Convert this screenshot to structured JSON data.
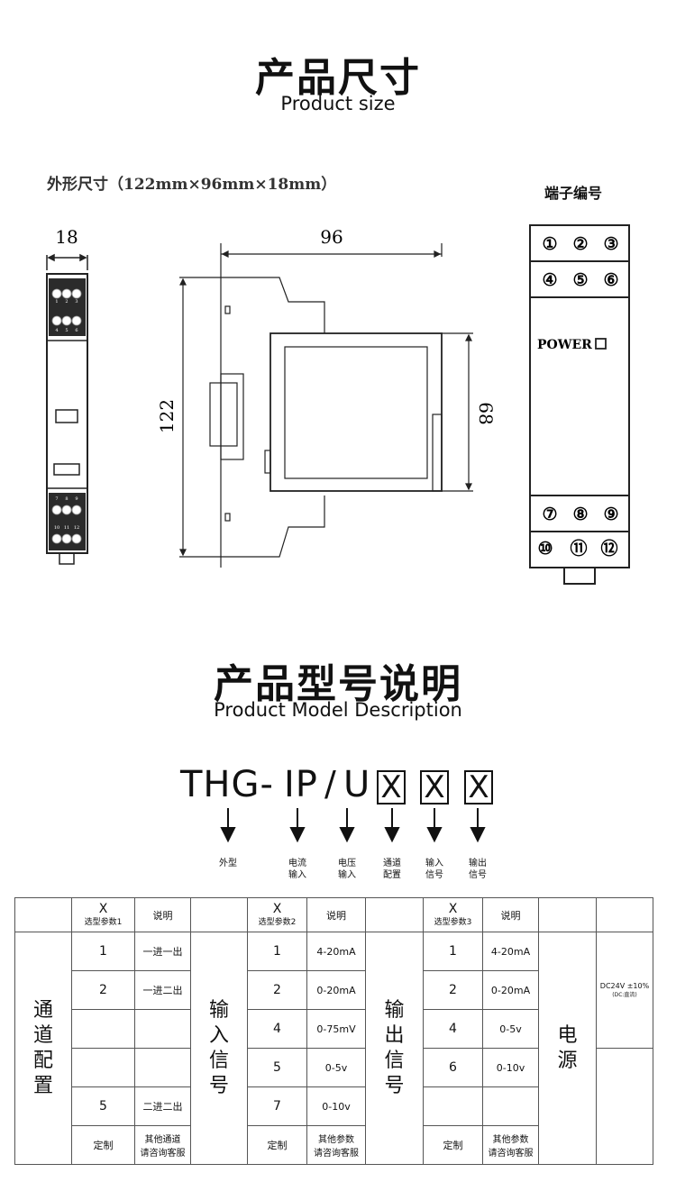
{
  "section1": {
    "title": "产品尺寸",
    "subtitle": "Product size"
  },
  "dimensions_caption": "外形尺寸（122mm×96mm×18mm）",
  "drawing": {
    "front_width": "18",
    "side_width": "96",
    "side_height": "122",
    "body_height": "68",
    "top_terminal_labels": [
      "1",
      "2",
      "3",
      "4",
      "5",
      "6"
    ],
    "bottom_terminal_labels": [
      "7",
      "8",
      "9",
      "10",
      "11",
      "12"
    ]
  },
  "terminal_panel": {
    "heading": "端子编号",
    "row1": [
      "①",
      "②",
      "③"
    ],
    "row2": [
      "④",
      "⑤",
      "⑥"
    ],
    "power_label": "POWER",
    "row3": [
      "⑦",
      "⑧",
      "⑨"
    ],
    "row4": [
      "⑩",
      "⑪",
      "⑫"
    ]
  },
  "section2": {
    "title": "产品型号说明",
    "subtitle": "Product Model Description"
  },
  "model": {
    "prefix": "THG-",
    "ip": "IP",
    "slash": "/",
    "u": "U",
    "boxes": [
      "X",
      "X",
      "X"
    ],
    "arrow_labels": [
      "外型",
      "电流\n输入",
      "电压\n输入",
      "通道\n配置",
      "输入\n信号",
      "输出\n信号"
    ]
  },
  "table": {
    "x": "X",
    "param1": "选型参数1",
    "param2": "选型参数2",
    "param3": "选型参数3",
    "desc": "说明",
    "group1": "通道配置",
    "group2": "输入信号",
    "group3": "输出信号",
    "group4": "电源",
    "custom": "定制",
    "channel_other": "其他通道\n请咨询客服",
    "param_other": "其他参数\n请咨询客服",
    "power_value": "DC24V ±10%",
    "power_note": "(DC:直流)",
    "channel_rows": [
      {
        "code": "1",
        "desc": "一进一出"
      },
      {
        "code": "2",
        "desc": "一进二出"
      },
      {
        "code": "",
        "desc": ""
      },
      {
        "code": "",
        "desc": ""
      },
      {
        "code": "5",
        "desc": "二进二出"
      }
    ],
    "input_rows": [
      {
        "code": "1",
        "desc": "4-20mA"
      },
      {
        "code": "2",
        "desc": "0-20mA"
      },
      {
        "code": "4",
        "desc": "0-75mV"
      },
      {
        "code": "5",
        "desc": "0-5v"
      },
      {
        "code": "7",
        "desc": "0-10v"
      }
    ],
    "output_rows": [
      {
        "code": "1",
        "desc": "4-20mA"
      },
      {
        "code": "2",
        "desc": "0-20mA"
      },
      {
        "code": "4",
        "desc": "0-5v"
      },
      {
        "code": "6",
        "desc": "0-10v"
      },
      {
        "code": "",
        "desc": ""
      }
    ]
  }
}
